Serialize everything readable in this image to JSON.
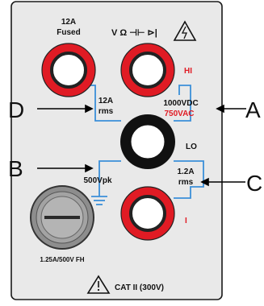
{
  "panel": {
    "fuse_12a_line1": "12A",
    "fuse_12a_line2": "Fused",
    "func_symbols": "V Ω ⊣⊢ ⊳|",
    "hi_label": "HI",
    "amp_12a_line1": "12A",
    "amp_12a_line2": "rms",
    "rating_1000vdc": "1000VDC",
    "rating_750vac": "750VAC",
    "lo_label": "LO",
    "vpk_label": "500Vpk",
    "amp_12a_small_line1": "1.2A",
    "amp_12a_small_line2": "rms",
    "i_label": "I",
    "fuse_rating": "1.25A/500V FH",
    "cat_rating": "CAT II (300V)"
  },
  "callouts": {
    "a": "A",
    "b": "B",
    "c": "C",
    "d": "D"
  },
  "colors": {
    "panel_fill": "#e9e9e9",
    "jack_red": "#e01b24",
    "wire_blue": "#3b8fd9",
    "fuse_gray": "#9a9a9a"
  }
}
